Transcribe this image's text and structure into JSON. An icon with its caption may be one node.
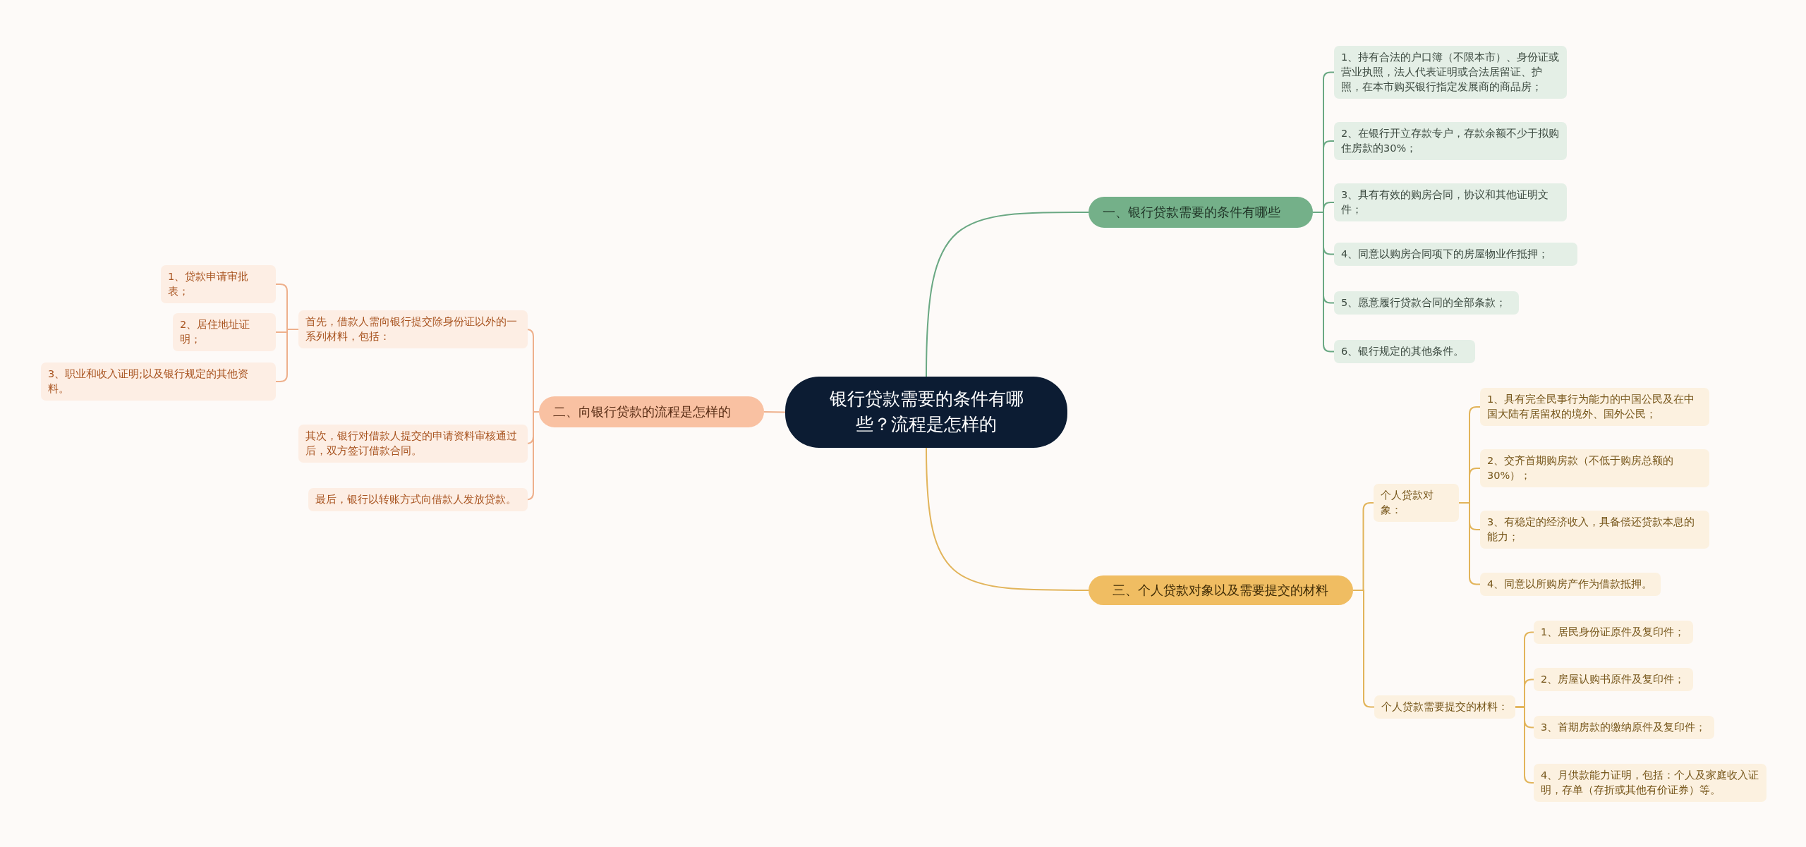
{
  "diagram": {
    "nodes": [
      {
        "text": [
          "银行贷款需要的条件有哪些？流程是怎样的"
        ]
      },
      {
        "text": [
          "一、银行贷款需要的条件有哪些"
        ]
      },
      {
        "text": [
          "1、持有合法的户口簿（不限本市）、身份证或营业执照，法人代表证明或合法居留证、护照，在本市购买银行指定发展商的商品房；"
        ]
      },
      {
        "text": [
          "2、在银行开立存款专户，存款余额不少于拟购住房款的30%；"
        ]
      },
      {
        "text": [
          "3、具有有效的购房合同，协议和其他证明文件；"
        ]
      },
      {
        "text": [
          "4、同意以购房合同项下的房屋物业作抵押；"
        ]
      },
      {
        "text": [
          "5、愿意履行贷款合同的全部条款；"
        ]
      },
      {
        "text": [
          "6、银行规定的其他条件。"
        ]
      },
      {
        "text": [
          "二、向银行贷款的流程是怎样的"
        ]
      },
      {
        "text": [
          "首先，借款人需向银行提交除身份证以外的一系列材料，包括："
        ]
      },
      {
        "text": [
          "1、贷款申请审批表；"
        ]
      },
      {
        "text": [
          "2、居住地址证明；"
        ]
      },
      {
        "text": [
          "3、职业和收入证明;以及银行规定的其他资料。"
        ]
      },
      {
        "text": [
          "其次，银行对借款人提交的申请资料审核通过后，双方签订借款合同。"
        ]
      },
      {
        "text": [
          "最后，银行以转账方式向借款人发放贷款。"
        ]
      },
      {
        "text": [
          "三、个人贷款对象以及需要提交的材料"
        ]
      },
      {
        "text": [
          "个人贷款对象："
        ]
      },
      {
        "text": [
          "1、具有完全民事行为能力的中国公民及在中国大陆有居留权的境外、国外公民；"
        ]
      },
      {
        "text": [
          "2、交齐首期购房款（不低于购房总额的30%）；"
        ]
      },
      {
        "text": [
          "3、有稳定的经济收入，具备偿还贷款本息的能力；"
        ]
      },
      {
        "text": [
          "4、同意以所购房产作为借款抵押。"
        ]
      },
      {
        "text": [
          "个人贷款需要提交的材料："
        ]
      },
      {
        "text": [
          "1、居民身份证原件及复印件；"
        ]
      },
      {
        "text": [
          "2、房屋认购书原件及复印件；"
        ]
      },
      {
        "text": [
          "3、首期房款的缴纳原件及复印件；"
        ]
      },
      {
        "text": [
          "4、月供款能力证明，包括：个人及家庭收入证明，存单（存折或其他有价证券）等。"
        ]
      }
    ],
    "edges": [
      {
        "from": 0,
        "to": 1,
        "arrow": "none",
        "color": "#6aa883"
      },
      {
        "from": 1,
        "to": 2,
        "arrow": "none",
        "color": "#6aa883"
      },
      {
        "from": 1,
        "to": 3,
        "arrow": "none",
        "color": "#6aa883"
      },
      {
        "from": 1,
        "to": 4,
        "arrow": "none",
        "color": "#6aa883"
      },
      {
        "from": 1,
        "to": 5,
        "arrow": "none",
        "color": "#6aa883"
      },
      {
        "from": 1,
        "to": 6,
        "arrow": "none",
        "color": "#6aa883"
      },
      {
        "from": 1,
        "to": 7,
        "arrow": "none",
        "color": "#6aa883"
      },
      {
        "from": 0,
        "to": 8,
        "arrow": "none",
        "color": "#eeb08c"
      },
      {
        "from": 8,
        "to": 9,
        "arrow": "none",
        "color": "#eeb08c"
      },
      {
        "from": 9,
        "to": 10,
        "arrow": "none",
        "color": "#eeb08c"
      },
      {
        "from": 9,
        "to": 11,
        "arrow": "none",
        "color": "#eeb08c"
      },
      {
        "from": 9,
        "to": 12,
        "arrow": "none",
        "color": "#eeb08c"
      },
      {
        "from": 8,
        "to": 13,
        "arrow": "none",
        "color": "#eeb08c"
      },
      {
        "from": 8,
        "to": 14,
        "arrow": "none",
        "color": "#eeb08c"
      },
      {
        "from": 0,
        "to": 15,
        "arrow": "none"
      },
      {
        "from": 15,
        "to": 16,
        "arrow": "none"
      },
      {
        "from": 16,
        "to": 17,
        "arrow": "none"
      },
      {
        "from": 16,
        "to": 18,
        "arrow": "none"
      },
      {
        "from": 16,
        "to": 19,
        "arrow": "none"
      },
      {
        "from": 16,
        "to": 20,
        "arrow": "none"
      },
      {
        "from": 15,
        "to": 21,
        "arrow": "none"
      },
      {
        "from": 21,
        "to": 22,
        "arrow": "none"
      },
      {
        "from": 21,
        "to": 23,
        "arrow": "none"
      },
      {
        "from": 21,
        "to": 24,
        "arrow": "none"
      },
      {
        "from": 21,
        "to": 25,
        "arrow": "none"
      }
    ]
  }
}
